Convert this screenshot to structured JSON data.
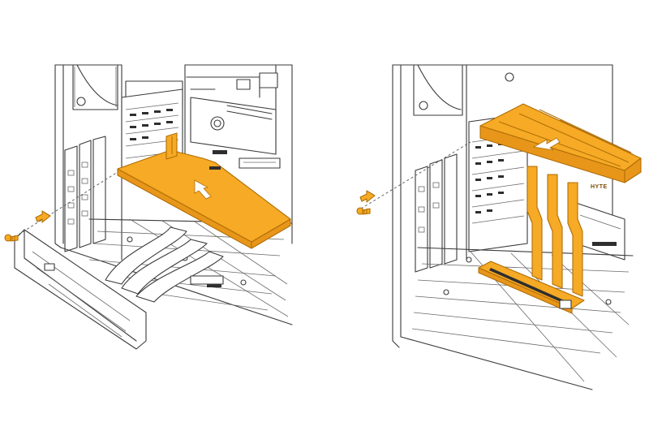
{
  "diagram": {
    "brand_mark": "HYTE",
    "colors": {
      "highlight": "#f6aa25",
      "highlight_edge": "#b06e06",
      "line": "#3a3a3a",
      "background": "#ffffff"
    },
    "panels": [
      {
        "id": "left",
        "icons": [
          "screw-icon",
          "insert-arrow-icon",
          "up-arrow-icon"
        ]
      },
      {
        "id": "right",
        "icons": [
          "screw-icon",
          "insert-arrow-icon",
          "up-arrow-icon"
        ]
      }
    ]
  }
}
